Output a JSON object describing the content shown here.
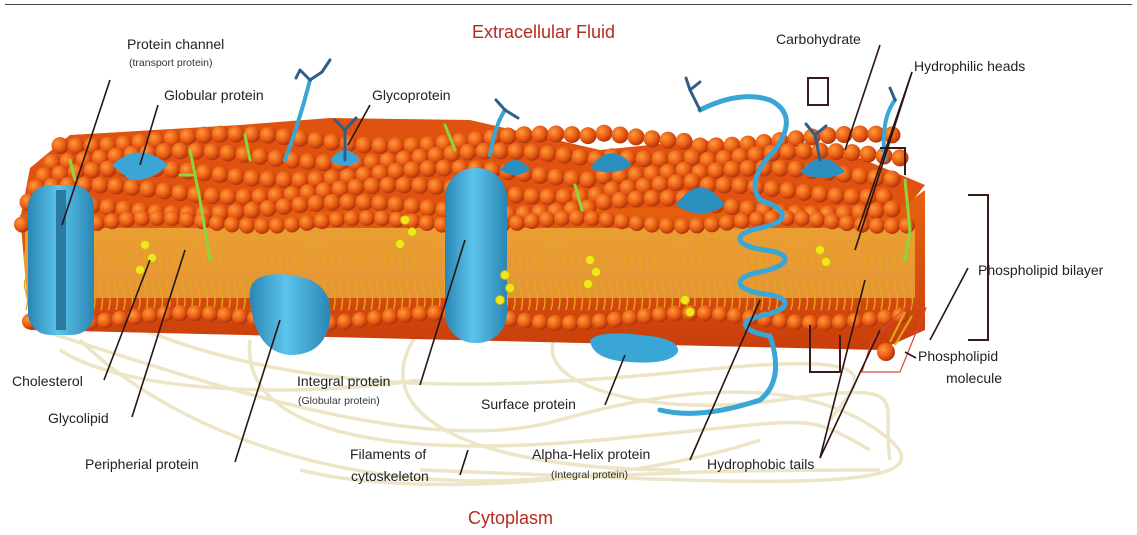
{
  "regions": {
    "top": "Extracellular Fluid",
    "bottom": "Cytoplasm"
  },
  "labels": {
    "protein_channel": "Protein channel",
    "protein_channel_sub": "(transport protein)",
    "globular_protein": "Globular protein",
    "glycoprotein": "Glycoprotein",
    "carbohydrate": "Carbohydrate",
    "hydrophilic_heads": "Hydrophilic heads",
    "phospholipid_bilayer": "Phospholipid bilayer",
    "phospholipid_molecule_1": "Phospholipid",
    "phospholipid_molecule_2": "molecule",
    "cholesterol": "Cholesterol",
    "glycolipid": "Glycolipid",
    "peripheral_protein": "Peripherial protein",
    "integral_protein": "Integral protein",
    "integral_protein_sub": "(Globular protein)",
    "filaments_1": "Filaments of",
    "filaments_2": "cytoskeleton",
    "surface_protein": "Surface protein",
    "alpha_helix": "Alpha-Helix protein",
    "alpha_helix_sub": "(Integral protein)",
    "hydrophobic_tails": "Hydrophobic tails"
  },
  "colors": {
    "head_top": "#e85a12",
    "head_dark": "#c23a0c",
    "membrane_face": "#d9480f",
    "tail": "#f0c419",
    "protein": "#3aa6d6",
    "protein_dark": "#2b7fa8",
    "cholesterol": "#f2e61a",
    "glycolipid": "#8ed43a",
    "filament": "#f0ead0",
    "region_text": "#b52a22"
  }
}
